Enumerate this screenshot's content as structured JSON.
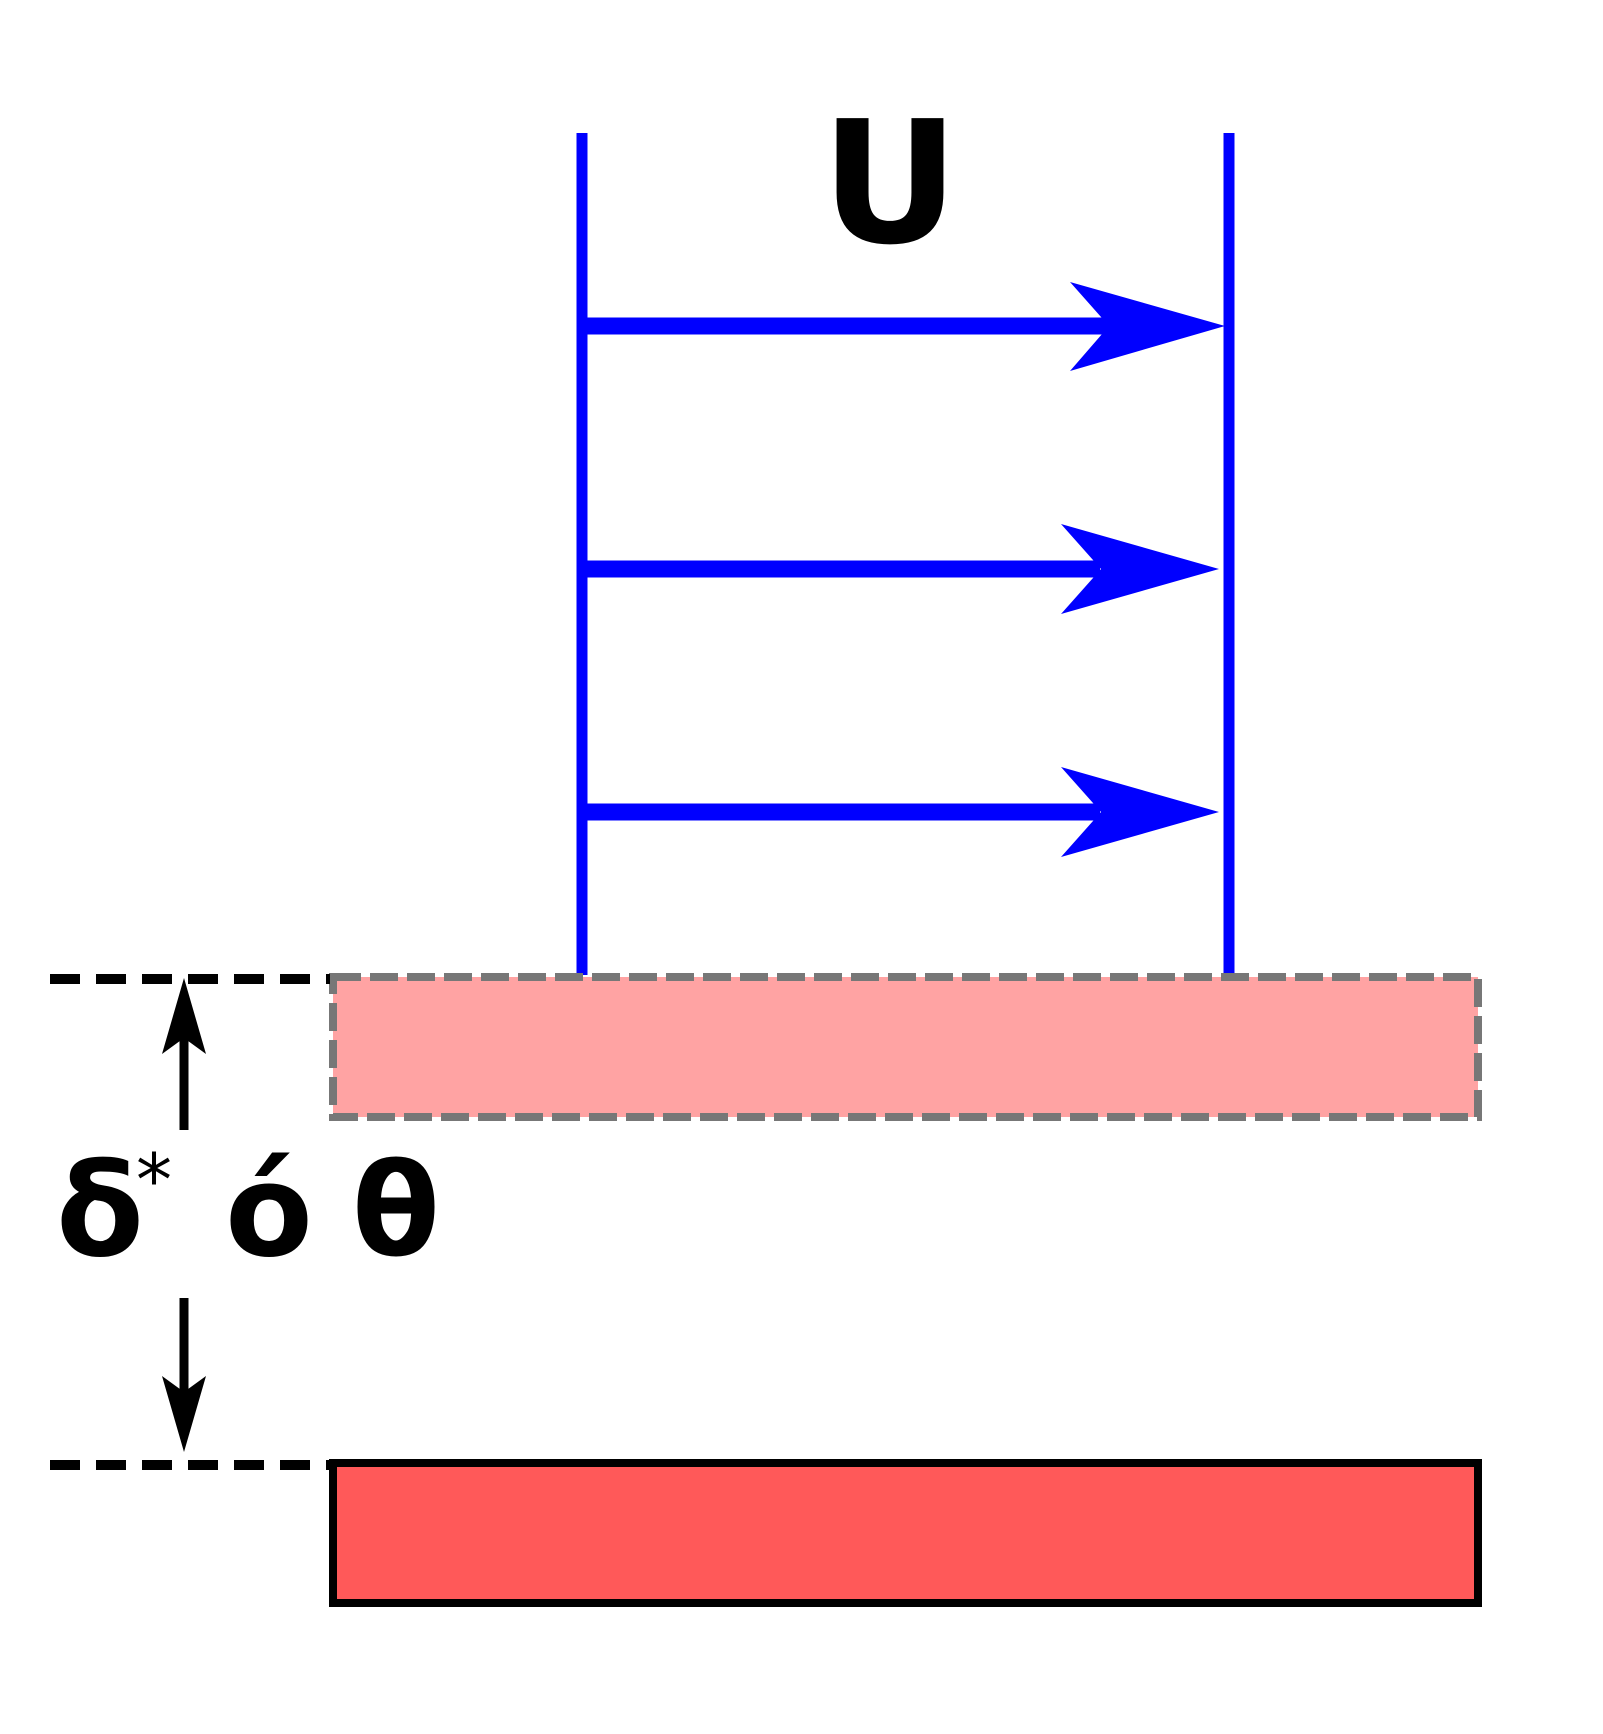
{
  "labels": {
    "velocity": "U",
    "displacement_symbol": "δ",
    "displacement_superscript": "*",
    "displacement_connector": "ό",
    "momentum_symbol": "θ"
  },
  "colors": {
    "flow_arrows": "#0000ff",
    "displaced_wall_fill": "#ffa3a3",
    "displaced_wall_border": "#777777",
    "wall_fill": "#ff5959",
    "wall_border": "#000000",
    "dimension_lines": "#000000"
  }
}
